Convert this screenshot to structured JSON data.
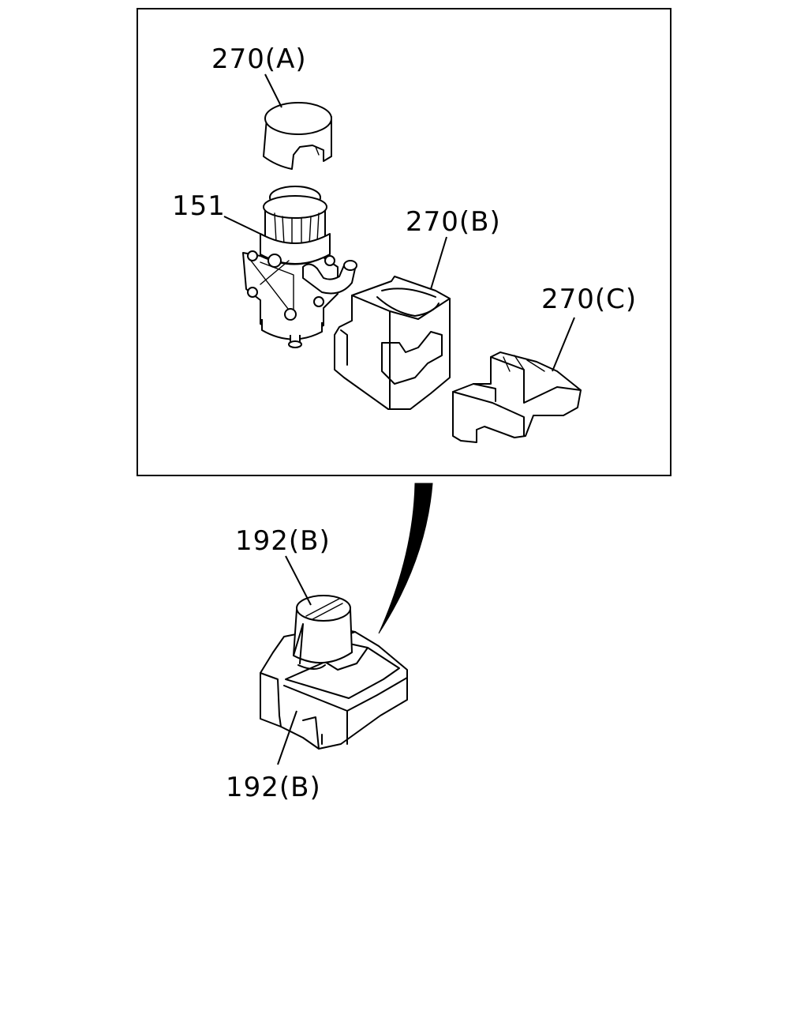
{
  "labels": {
    "cap_a": "270(A)",
    "valve": "151",
    "cushion_b": "270(B)",
    "cushion_c": "270(C)",
    "assembly_top": "192(B)",
    "assembly_bottom": "192(B)"
  }
}
